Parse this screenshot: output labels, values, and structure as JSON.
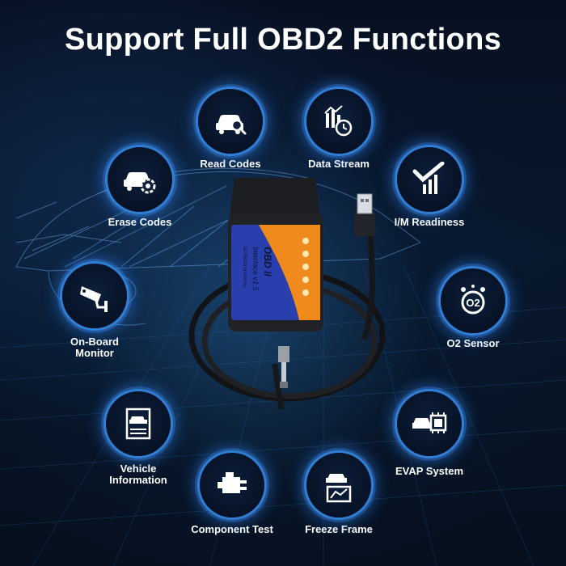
{
  "title": "Support Full OBD2 Functions",
  "colors": {
    "accent": "#2f7fd6",
    "device_orange": "#f08a1c",
    "device_blue": "#2a3fae",
    "background": "#071022"
  },
  "features": [
    {
      "label": "Read Codes",
      "icon": "car-search-icon"
    },
    {
      "label": "Data Stream",
      "icon": "data-stream-icon"
    },
    {
      "label": "Erase Codes",
      "icon": "car-gear-icon"
    },
    {
      "label": "I/M Readiness",
      "icon": "check-chart-icon"
    },
    {
      "label": "On-Board\nMonitor",
      "icon": "camera-monitor-icon"
    },
    {
      "label": "O2 Sensor",
      "icon": "o2-sensor-icon"
    },
    {
      "label": "Vehicle\nInformation",
      "icon": "vehicle-info-icon"
    },
    {
      "label": "EVAP System",
      "icon": "evap-system-icon"
    },
    {
      "label": "Component Test",
      "icon": "component-test-icon"
    },
    {
      "label": "Freeze Frame",
      "icon": "freeze-frame-icon"
    }
  ],
  "device": {
    "brand": "OBD II",
    "model": "Interface v1.5",
    "protocols": "all OBDII protocols",
    "led_count": 5
  }
}
